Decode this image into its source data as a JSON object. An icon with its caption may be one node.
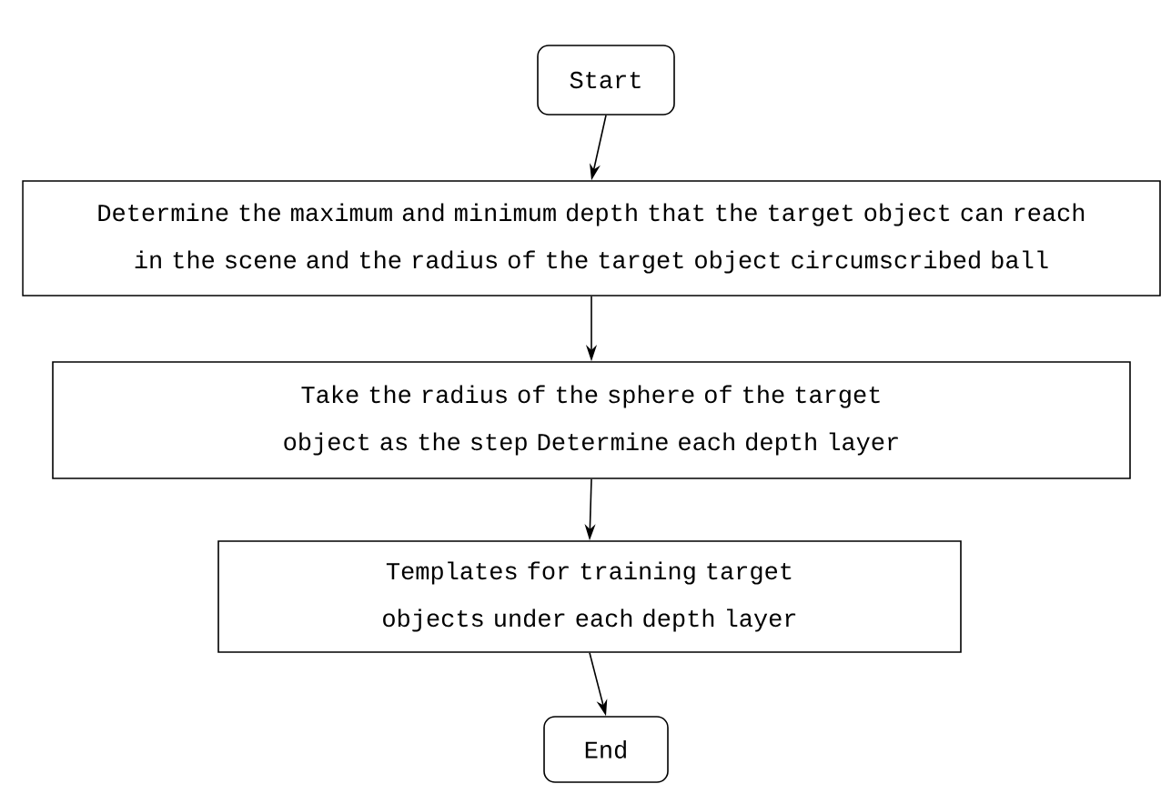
{
  "diagram": {
    "nodes": [
      {
        "text": [
          "Start"
        ]
      },
      {
        "text": [
          "Determine the maximum and minimum depth that the target object can reach in the scene and the radius of the target object circumscribed ball"
        ]
      },
      {
        "text": [
          "Take the radius of the sphere of the target object as the step Determine each depth layer"
        ]
      },
      {
        "text": [
          "Templates for training target objects under each depth layer"
        ]
      },
      {
        "text": [
          "End"
        ]
      }
    ],
    "edges": [
      {
        "from": 0,
        "to": 1,
        "arrow": "to"
      },
      {
        "from": 1,
        "to": 2,
        "arrow": "to"
      },
      {
        "from": 2,
        "to": 3,
        "arrow": "to"
      },
      {
        "from": 3,
        "to": 4,
        "arrow": "to"
      }
    ]
  }
}
